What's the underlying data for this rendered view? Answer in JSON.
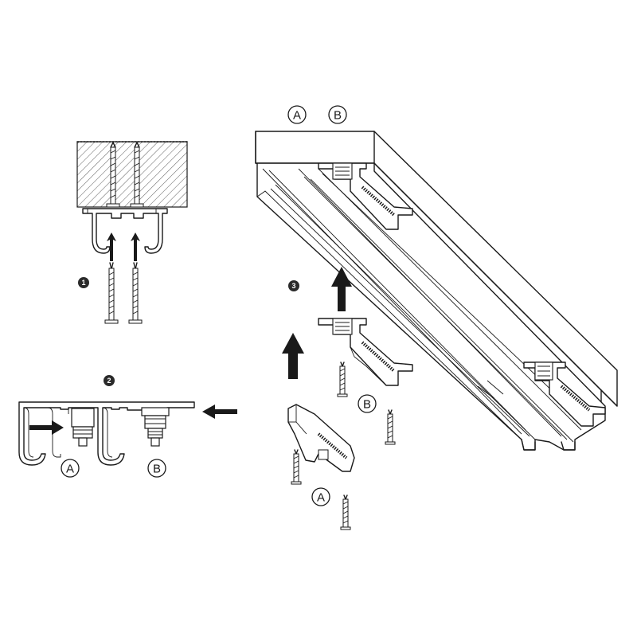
{
  "steps": {
    "s1": "1",
    "s2": "2",
    "s3": "3"
  },
  "labels": {
    "a": "A",
    "b": "B"
  },
  "colors": {
    "ink": "#1a1a1a",
    "step_badge": "#2a2a2a",
    "hatch_fill": "#ffffff"
  }
}
